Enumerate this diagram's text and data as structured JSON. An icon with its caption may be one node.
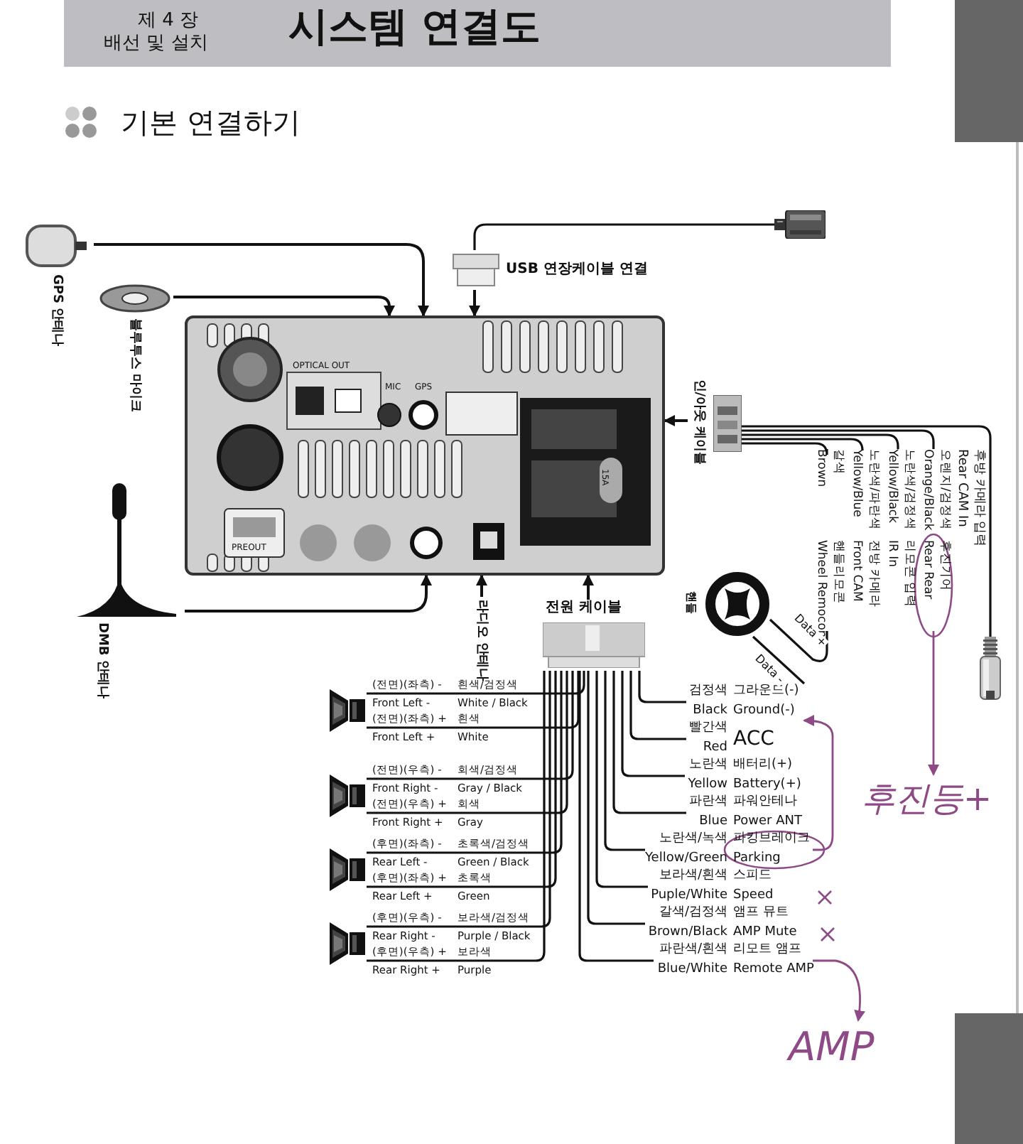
{
  "diagram": {
    "title": "시스템 연결도",
    "nodes": [
      {
        "text": [],
        "shape": "picture"
      },
      {
        "text": [
          "GPS 안테나"
        ]
      },
      {
        "text": [
          "블루투스 마이크"
        ]
      },
      {
        "text": [
          "DMB 안테나"
        ]
      },
      {
        "text": [
          "라디오 안테나"
        ]
      },
      {
        "text": [
          "USB 연장케이블 연결"
        ]
      },
      {
        "text": [],
        "shape": "picture"
      },
      {
        "text": [
          "인/아웃 케이블"
        ]
      },
      {
        "text": [
          "전원 케이블"
        ]
      },
      {
        "text": [
          "핸들"
        ]
      },
      {
        "text": [],
        "shape": "picture",
        "beside": [
          "후방 카메라 입력",
          "Rear CAM In"
        ]
      },
      {
        "text": [
          "오렌지/검정색",
          "Orange/Black",
          "후진기어",
          "Rear Rear"
        ]
      },
      {
        "text": [
          "노란색/검정색",
          "Yellow/Black",
          "리모콘 입력",
          "IR In"
        ]
      },
      {
        "text": [
          "노란색/파란색",
          "Yellow/Blue",
          "전방 카메라",
          "Front CAM"
        ]
      },
      {
        "text": [
          "갈색",
          "Brown",
          "핸들리모콘",
          "Wheel Remocon"
        ]
      },
      {
        "text": [],
        "shape": "picture"
      },
      {
        "text": [],
        "shape": "picture"
      },
      {
        "text": [],
        "shape": "picture"
      },
      {
        "text": [],
        "shape": "picture"
      },
      {
        "text": [
          "검정색",
          "Black",
          "그라운드(-)",
          "Ground(-)"
        ]
      },
      {
        "text": [
          "빨간색",
          "Red",
          "ACC"
        ]
      },
      {
        "text": [
          "노란색",
          "Yellow",
          "배터리(+)",
          "Battery(+)"
        ]
      },
      {
        "text": [
          "파란색",
          "Blue",
          "파워안테나",
          "Power ANT"
        ]
      },
      {
        "text": [
          "노란색/녹색",
          "Yellow/Green",
          "파킹브레이크",
          "Parking"
        ]
      },
      {
        "text": [
          "보라색/흰색",
          "Puple/White",
          "스피드",
          "Speed"
        ]
      },
      {
        "text": [
          "갈색/검정색",
          "Brown/Black",
          "앰프 뮤트",
          "AMP Mute"
        ]
      },
      {
        "text": [
          "파란색/흰색",
          "Blue/White",
          "리모트 앰프",
          "Remote AMP"
        ]
      },
      {
        "text": [
          "후진등+"
        ]
      },
      {
        "text": [
          "AMP"
        ]
      }
    ],
    "edges": [
      {
        "from": 1,
        "to": 0,
        "arrow": "to"
      },
      {
        "from": 2,
        "to": 0,
        "arrow": "to"
      },
      {
        "from": 3,
        "to": 0,
        "arrow": "to"
      },
      {
        "from": 4,
        "to": 0,
        "arrow": "to"
      },
      {
        "from": 5,
        "to": 0,
        "arrow": "to"
      },
      {
        "from": 5,
        "to": 6,
        "arrow": "none"
      },
      {
        "from": 7,
        "to": 0,
        "arrow": "to"
      },
      {
        "from": 8,
        "to": 0,
        "arrow": "to"
      },
      {
        "from": 7,
        "to": 10,
        "arrow": "none"
      },
      {
        "from": 7,
        "to": 11,
        "arrow": "none"
      },
      {
        "from": 7,
        "to": 12,
        "arrow": "none"
      },
      {
        "from": 7,
        "to": 13,
        "arrow": "none"
      },
      {
        "from": 7,
        "to": 14,
        "arrow": "none"
      },
      {
        "from": 14,
        "to": 9,
        "arrow": "none",
        "label": "Data +"
      },
      {
        "from": 9,
        "to": 19,
        "arrow": "none",
        "label": "Data -"
      },
      {
        "from": 8,
        "to": 15,
        "arrow": "none"
      },
      {
        "from": 8,
        "to": 15,
        "arrow": "none"
      },
      {
        "from": 8,
        "to": 16,
        "arrow": "none"
      },
      {
        "from": 8,
        "to": 16,
        "arrow": "none"
      },
      {
        "from": 8,
        "to": 17,
        "arrow": "none"
      },
      {
        "from": 8,
        "to": 17,
        "arrow": "none"
      },
      {
        "from": 8,
        "to": 18,
        "arrow": "none"
      },
      {
        "from": 8,
        "to": 18,
        "arrow": "none"
      },
      {
        "from": 8,
        "to": 19,
        "arrow": "none"
      },
      {
        "from": 8,
        "to": 20,
        "arrow": "none"
      },
      {
        "from": 8,
        "to": 21,
        "arrow": "none"
      },
      {
        "from": 8,
        "to": 22,
        "arrow": "none"
      },
      {
        "from": 8,
        "to": 23,
        "arrow": "none"
      },
      {
        "from": 8,
        "to": 24,
        "arrow": "none"
      },
      {
        "from": 8,
        "to": 25,
        "arrow": "none"
      },
      {
        "from": 8,
        "to": 26,
        "arrow": "none"
      },
      {
        "from": 11,
        "to": 27,
        "arrow": "to",
        "color": "#8e4a86"
      },
      {
        "from": 23,
        "to": 19,
        "arrow": "to",
        "color": "#8e4a86"
      },
      {
        "from": 26,
        "to": 28,
        "arrow": "to",
        "color": "#8e4a86"
      }
    ],
    "labels": [
      "제 4 장",
      "배선 및 설치",
      "기본 연결하기",
      "OPTICAL OUT",
      "PREOUT",
      "MIC",
      "GPS",
      "15A",
      "(전면)(좌측) -",
      "Front Left -",
      "흰색/검정색",
      "White / Black",
      "(전면)(좌측) +",
      "Front Left +",
      "흰색",
      "White",
      "(전면)(우측) -",
      "Front Right -",
      "회색/검정색",
      "Gray / Black",
      "(전면)(우측) +",
      "Front Right +",
      "회색",
      "Gray",
      "(후면)(좌측) -",
      "Rear Left -",
      "초록색/검정색",
      "Green / Black",
      "(후면)(좌측) +",
      "Rear Left +",
      "초록색",
      "Green",
      "(후면)(우측) -",
      "Rear Right -",
      "보라색/검정색",
      "Purple / Black",
      "(후면)(우측) +",
      "Rear Right +",
      "보라색",
      "Purple"
    ]
  }
}
